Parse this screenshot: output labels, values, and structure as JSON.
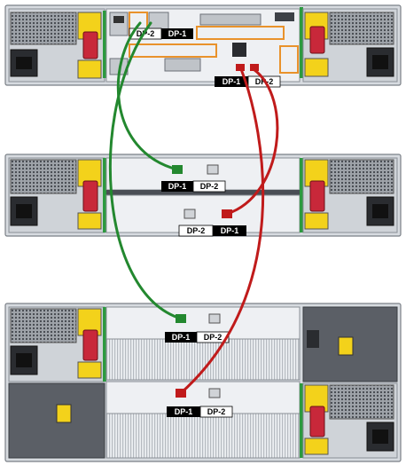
{
  "labels": {
    "top_controller_left": {
      "black": "DP-1",
      "white": "DP-2"
    },
    "top_controller_right": {
      "black": "DP-1",
      "white": "DP-2"
    },
    "middle_upper_module": {
      "black": "DP-1",
      "white": "DP-2"
    },
    "middle_lower_module": {
      "black": "DP-1",
      "white": "DP-2"
    },
    "bottom_upper_module": {
      "black": "DP-1",
      "white": "DP-2"
    },
    "bottom_lower_module": {
      "black": "DP-1",
      "white": "DP-2"
    }
  },
  "colors": {
    "green_cable": "#23882f",
    "red_cable": "#c01b1b",
    "chassis": "#e9ecf0",
    "chassis_dark": "#5b5f66",
    "psu_red": "#c8283a",
    "warning_yellow": "#f3d21b",
    "orange_highlight": "#e9922b"
  },
  "icons": [
    "warning-label-icon",
    "fan-grille-icon",
    "ac-power-inlet-icon",
    "sas-port-icon"
  ]
}
